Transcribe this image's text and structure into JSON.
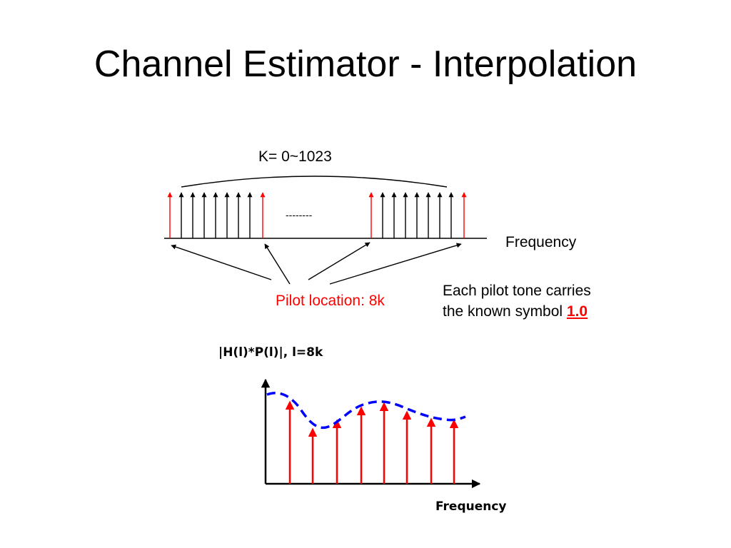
{
  "slide": {
    "title": "Channel Estimator - Interpolation"
  },
  "top_diagram": {
    "range_label": "K= 0~1023",
    "axis_label": "Frequency",
    "ellipsis": "--------",
    "pilot_label": "Pilot location: 8k",
    "note_line1": "Each pilot tone carries",
    "note_line2_prefix": "the known symbol ",
    "note_value": "1.0",
    "colors": {
      "pilot": "#ff0000",
      "data": "#000000"
    }
  },
  "bottom_diagram": {
    "y_label": "|H(l)*P(l)|, l=8k",
    "x_label": "Frequency",
    "colors": {
      "pilot": "#ff0000",
      "curve": "#0000ff",
      "axis": "#000000"
    }
  }
}
